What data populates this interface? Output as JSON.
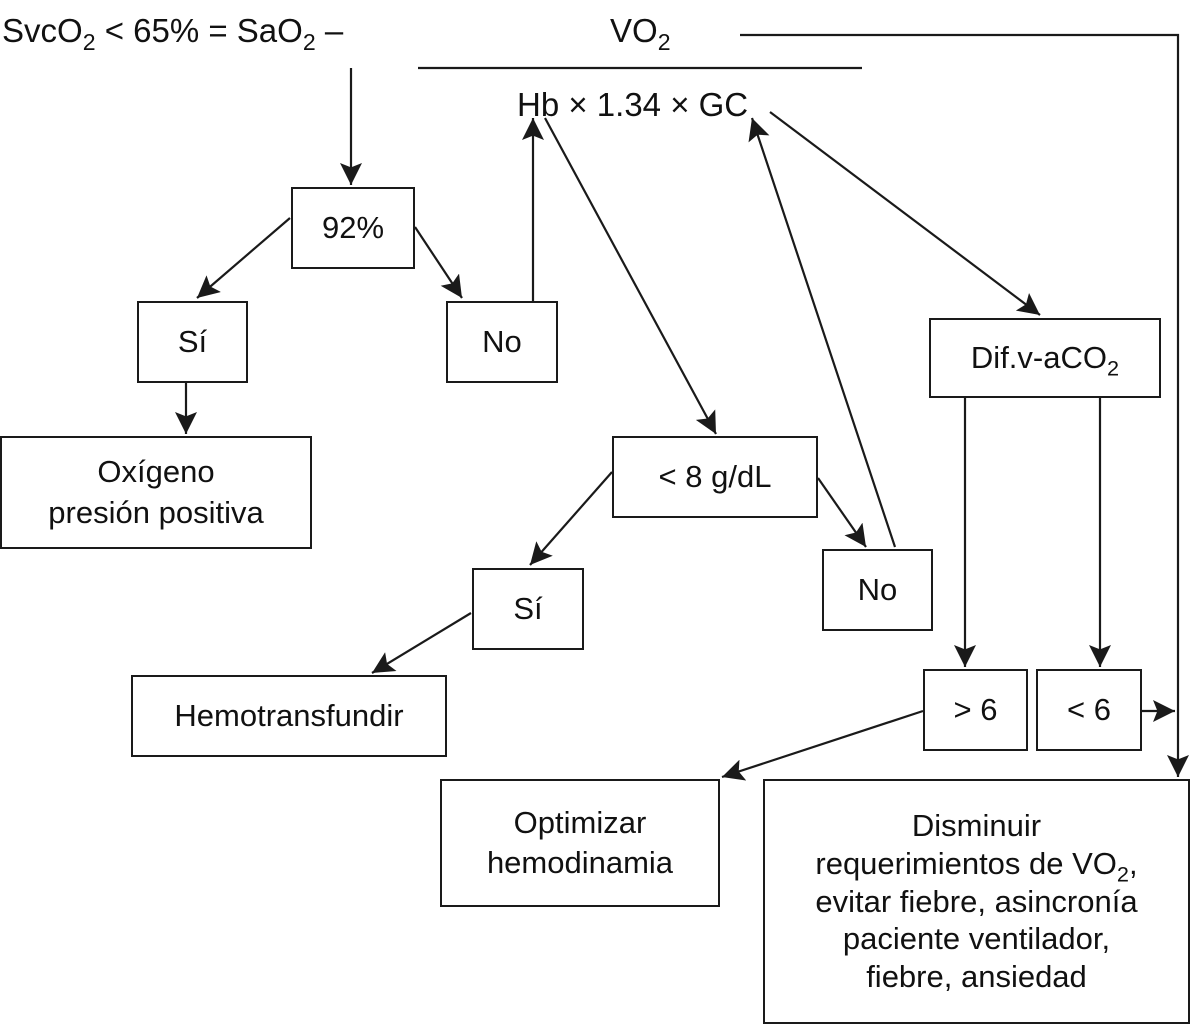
{
  "formula": {
    "lhs_prefix": "SvcO",
    "lhs_sub": "2",
    "lhs_rest": " < 65% = SaO",
    "lhs_sub2": "2",
    "lhs_minus": " –",
    "numerator": "VO",
    "numerator_sub": "2",
    "denominator": "Hb × 1.34 × GC"
  },
  "nodes": {
    "sat_threshold": "92%",
    "sat_yes": "Sí",
    "sat_no": "No",
    "oxygen_line1": "Oxígeno",
    "oxygen_line2": "presión positiva",
    "hb_threshold": "< 8 g/dL",
    "hb_yes": "Sí",
    "hb_no": "No",
    "transfuse": "Hemotransfundir",
    "co2_gap_main": "Dif.v-aCO",
    "co2_gap_sub": "2",
    "gap_gt": "> 6",
    "gap_lt": "< 6",
    "optimize_line1": "Optimizar",
    "optimize_line2": "hemodinamia",
    "reduce_line1": "Disminuir",
    "reduce_line2_pre": "requerimientos de VO",
    "reduce_line2_sub": "2",
    "reduce_line2_post": ",",
    "reduce_line3": "evitar fiebre, asincronía",
    "reduce_line4": "paciente ventilador,",
    "reduce_line5": "fiebre, ansiedad"
  },
  "colors": {
    "stroke": "#1a1a1a",
    "background": "#ffffff"
  }
}
